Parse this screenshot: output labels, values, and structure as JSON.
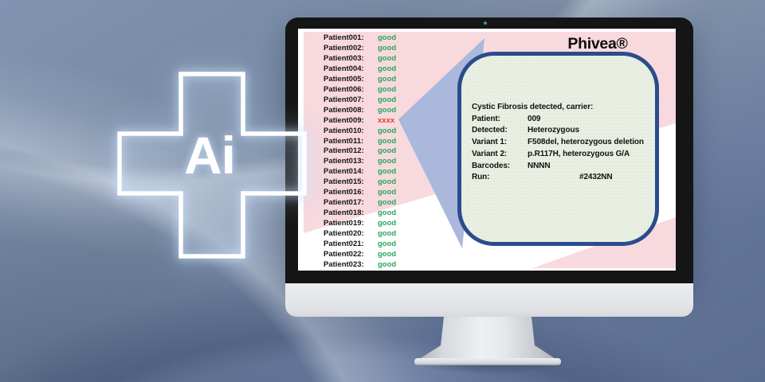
{
  "logo": {
    "label": "Ai"
  },
  "monitor": {
    "brand": "Phivea®",
    "patients": {
      "rows": [
        {
          "name": "Patient001:",
          "status": "good",
          "state": "ok"
        },
        {
          "name": "Patient002:",
          "status": "good",
          "state": "ok"
        },
        {
          "name": "Patient003:",
          "status": "good",
          "state": "ok"
        },
        {
          "name": "Patient004:",
          "status": "good",
          "state": "ok"
        },
        {
          "name": "Patient005:",
          "status": "good",
          "state": "ok"
        },
        {
          "name": "Patient006:",
          "status": "good",
          "state": "ok"
        },
        {
          "name": "Patient007:",
          "status": "good",
          "state": "ok"
        },
        {
          "name": "Patient008:",
          "status": "good",
          "state": "ok"
        },
        {
          "name": "Patient009:",
          "status": "xxxx",
          "state": "error"
        },
        {
          "name": "Patient010:",
          "status": "good",
          "state": "ok"
        },
        {
          "name": "Patient011:",
          "status": "good",
          "state": "ok"
        },
        {
          "name": "Patient012:",
          "status": "good",
          "state": "ok"
        },
        {
          "name": "Patient013:",
          "status": "good",
          "state": "ok"
        },
        {
          "name": "Patient014:",
          "status": "good",
          "state": "ok"
        },
        {
          "name": "Patient015:",
          "status": "good",
          "state": "ok"
        },
        {
          "name": "Patient016:",
          "status": "good",
          "state": "ok"
        },
        {
          "name": "Patient017:",
          "status": "good",
          "state": "ok"
        },
        {
          "name": "Patient018:",
          "status": "good",
          "state": "ok"
        },
        {
          "name": "Patient019:",
          "status": "good",
          "state": "ok"
        },
        {
          "name": "Patient020:",
          "status": "good",
          "state": "ok"
        },
        {
          "name": "Patient021:",
          "status": "good",
          "state": "ok"
        },
        {
          "name": "Patient022:",
          "status": "good",
          "state": "ok"
        },
        {
          "name": "Patient023:",
          "status": "good",
          "state": "ok"
        }
      ]
    },
    "panel": {
      "headline": "Cystic Fibrosis detected, carrier:",
      "rows": [
        {
          "label": "Patient:",
          "value": "009"
        },
        {
          "label": "Detected:",
          "value": "Heterozygous"
        },
        {
          "label": "Variant 1:",
          "value": "F508del, heterozygous deletion"
        },
        {
          "label": "Variant 2:",
          "value": "p.R117H, heterozygous G/A"
        },
        {
          "label": "Barcodes:",
          "value": "NNNN"
        },
        {
          "label": "Run:",
          "value": "#2432NN",
          "value_indent": true
        }
      ]
    }
  },
  "colors": {
    "status_good": "#27a65c",
    "status_bad": "#e03b30",
    "screen_pink": "#f8d9de",
    "wedge_blue": "#a9b8db",
    "panel_bg": "#e9f0e3",
    "panel_border": "#2b4c8c",
    "text": "#111111"
  }
}
